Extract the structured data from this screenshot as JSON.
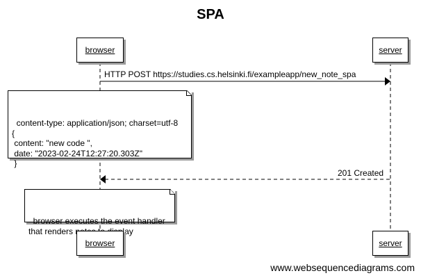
{
  "title": "SPA",
  "participants": {
    "browser": "browser",
    "server": "server"
  },
  "messages": [
    {
      "label": "HTTP POST https://studies.cs.helsinki.fi/exampleapp/new_note_spa",
      "style": "solid"
    },
    {
      "label": "201 Created",
      "style": "dashed"
    }
  ],
  "notes": [
    {
      "text": "content-type: application/json; charset=utf-8\n{\n content: \"new code \",\n date: \"2023-02-24T12:27:20.303Z\"\n }"
    },
    {
      "text": "browser executes the event handler\nthat renders notes to display"
    }
  ],
  "watermark": "www.websequencediagrams.com"
}
